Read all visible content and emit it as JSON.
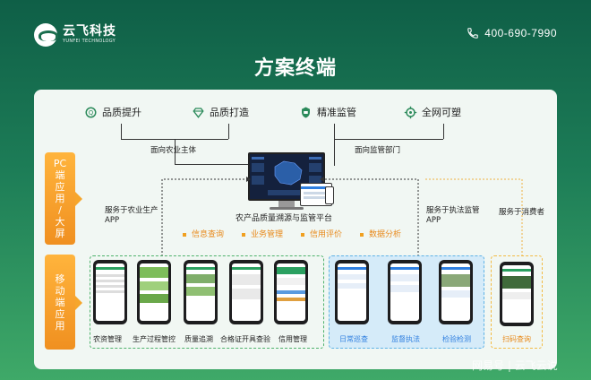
{
  "brand": {
    "name_cn": "云飞科技",
    "name_en": "YUNFEI TECHNOLOGY"
  },
  "phone": "400-690-7990",
  "title": "方案终端",
  "goals": [
    "品质提升",
    "品质打造",
    "精准监管",
    "全网可塑"
  ],
  "targets": {
    "left": "面向农业主体",
    "right": "面向监管部门"
  },
  "platform": {
    "name": "农产品质量溯源与监管平台",
    "features": [
      "信息查询",
      "业务管理",
      "信用评价",
      "数据分析"
    ]
  },
  "services": {
    "farm": "服务于农业生产\nAPP",
    "enforce": "服务于执法监管\nAPP",
    "consumer": "服务于消费者"
  },
  "terminals": {
    "pc": "PC\n端\n应\n用\n/\n大\n屏",
    "mobile": "移\n动\n端\n应\n用"
  },
  "apps": {
    "farm": [
      "农资管理",
      "生产过程管控",
      "质量追溯",
      "合格证开具查验",
      "信用管理"
    ],
    "enforce": [
      "日常巡查",
      "监督执法",
      "检验检测"
    ],
    "consumer": [
      "扫码查询"
    ]
  },
  "watermark": "网易号 | 云飞云说",
  "colors": {
    "green": "#1d7d57",
    "orange": "#f09020",
    "blue": "#2f7fe0"
  }
}
